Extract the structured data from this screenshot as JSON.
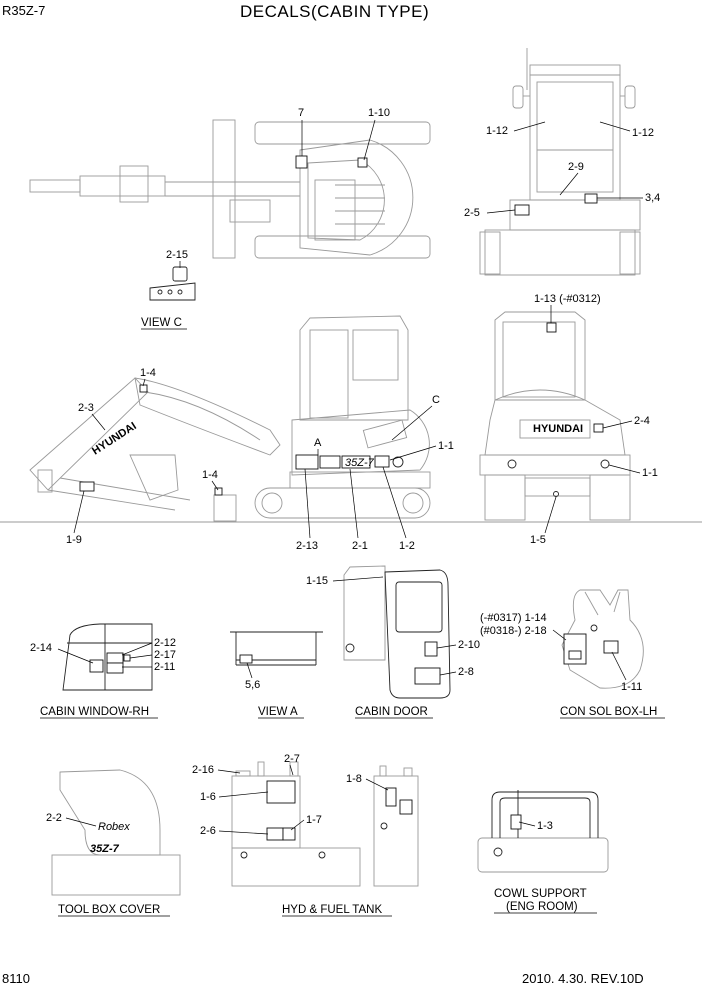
{
  "header": {
    "model": "R35Z-7",
    "title": "DECALS(CABIN TYPE)"
  },
  "footer": {
    "page_number": "8110",
    "date_revision": "2010. 4.30.  REV.10D"
  },
  "captions": {
    "view_c": "VIEW C",
    "cabin_window_rh": "CABIN WINDOW-RH",
    "view_a": "VIEW A",
    "cabin_door": "CABIN DOOR",
    "con_sol_box_lh": "CON SOL BOX-LH",
    "tool_box_cover": "TOOL BOX COVER",
    "hyd_fuel_tank": "HYD & FUEL TANK",
    "cowl_support_1": "COWL SUPPORT",
    "cowl_support_2": "(ENG ROOM)"
  },
  "callouts": {
    "top_7": "7",
    "top_1_10": "1-10",
    "rear_1_12_left": "1-12",
    "rear_1_12_right": "1-12",
    "rear_2_9": "2-9",
    "rear_3_4": "3,4",
    "rear_2_5": "2-5",
    "c_2_15": "2-15",
    "back_1_13": "1-13 (-#0312)",
    "side_1_4_top": "1-4",
    "side_2_3": "2-3",
    "side_1_4_low": "1-4",
    "side_1_9": "1-9",
    "side_A": "A",
    "side_C": "C",
    "side_1_1": "1-1",
    "side_2_13": "2-13",
    "side_2_1": "2-1",
    "side_1_2": "1-2",
    "back_2_4": "2-4",
    "back_1_1": "1-1",
    "back_1_5": "1-5",
    "door_1_15": "1-15",
    "door_2_10": "2-10",
    "door_2_8": "2-8",
    "con_1_14": "(-#0317) 1-14",
    "con_2_18": "(#0318-) 2-18",
    "con_1_11": "1-11",
    "win_2_14": "2-14",
    "win_2_12": "2-12",
    "win_2_17": "2-17",
    "win_2_11": "2-11",
    "view_a_5_6": "5,6",
    "tool_2_2": "2-2",
    "tank_2_16": "2-16",
    "tank_2_7": "2-7",
    "tank_1_6": "1-6",
    "tank_1_7": "1-7",
    "tank_2_6": "2-6",
    "tank_1_8": "1-8",
    "cowl_1_3": "1-3"
  },
  "machine_texts": {
    "boom_brand": "HYUNDAI",
    "rear_brand": "HYUNDAI",
    "tool_logo": "Robex",
    "tool_model": "35Z-7",
    "side_model": "35Z-7"
  },
  "colors": {
    "line_gray": "#9a9a9a",
    "line_dark": "#222222"
  }
}
